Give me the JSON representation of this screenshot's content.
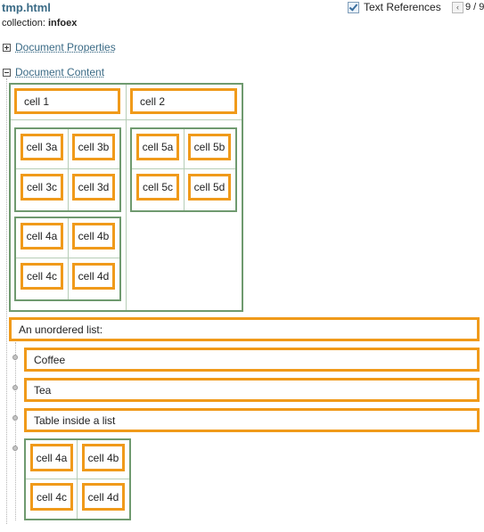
{
  "header": {
    "title": "tmp.html",
    "collection_label": "collection:",
    "collection_value": "infoex",
    "text_references_label": "Text References",
    "text_references_checked": true,
    "prev_icon": "chevron-left-icon",
    "counter": "9 / 9"
  },
  "sections": {
    "properties_label": "Document Properties",
    "content_label": "Document Content"
  },
  "table": {
    "cell1": "cell 1",
    "cell2": "cell 2",
    "nested3": [
      "cell 3a",
      "cell 3b",
      "cell 3c",
      "cell 3d"
    ],
    "nested4": [
      "cell 4a",
      "cell 4b",
      "cell 4c",
      "cell 4d"
    ],
    "nested5": [
      "cell 5a",
      "cell 5b",
      "cell 5c",
      "cell 5d"
    ]
  },
  "list": {
    "heading": "An unordered list:",
    "items": [
      "Coffee",
      "Tea",
      "Table inside a list"
    ],
    "table_cells": [
      "cell 4a",
      "cell 4b",
      "cell 4c",
      "cell 4d"
    ]
  },
  "colors": {
    "border_orange": "#f09a1a",
    "border_green": "#6f9a6f",
    "link_blue": "#3b6b86"
  }
}
